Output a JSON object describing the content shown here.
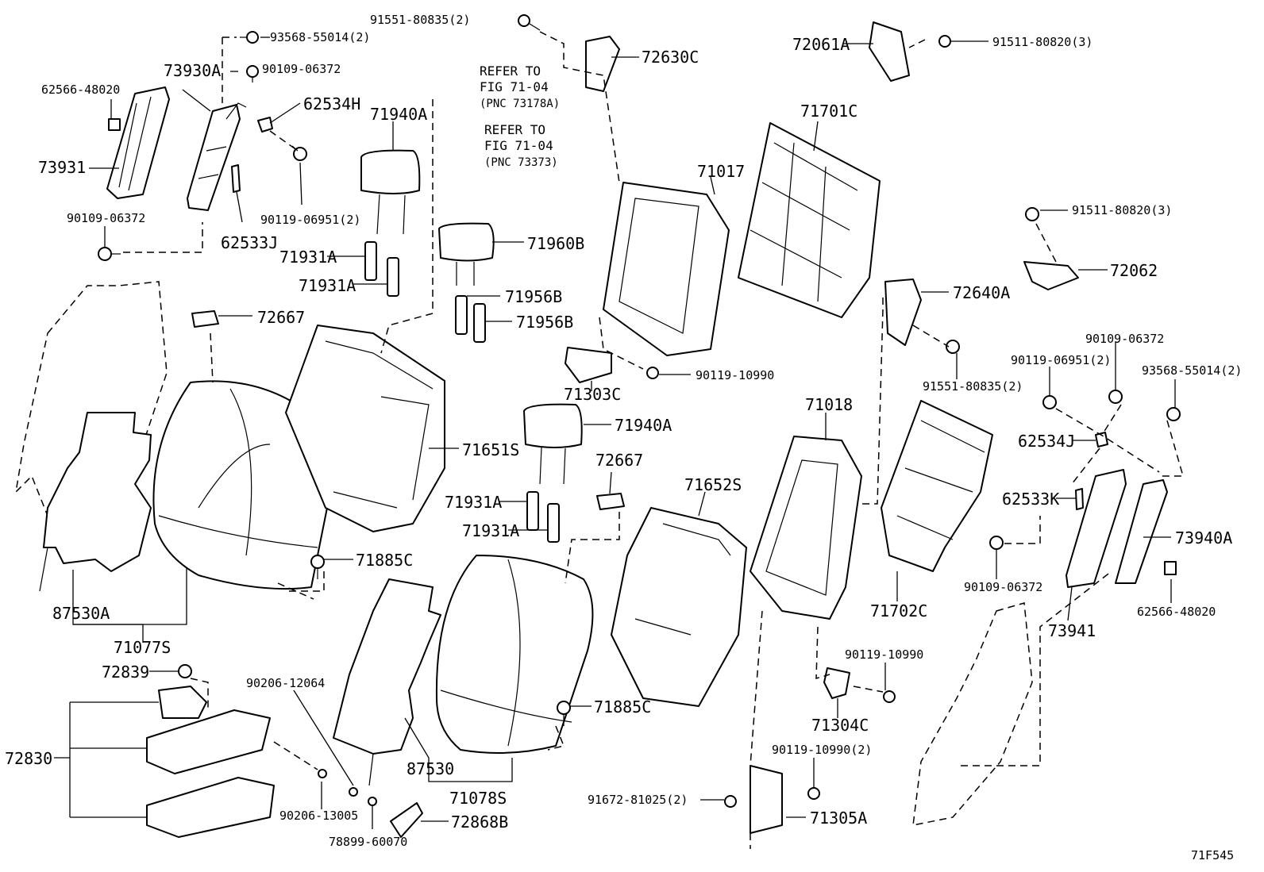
{
  "labels": {
    "p91551_top": "91551-80835(2)",
    "p93568_top": "93568-55014(2)",
    "p73930A": "73930A",
    "p90109_top": "90109-06372",
    "p62566_top": "62566-48020",
    "p62534H": "62534H",
    "p73931": "73931",
    "p90119_06951_left": "90119-06951(2)",
    "p90109_left": "90109-06372",
    "p62533J": "62533J",
    "p71940A_top": "71940A",
    "p71931A_1": "71931A",
    "p71931A_2": "71931A",
    "p71960B": "71960B",
    "p71956B_1": "71956B",
    "p71956B_2": "71956B",
    "p72667_left": "72667",
    "p72630C": "72630C",
    "p71017": "71017",
    "p90119_10990_mid": "90119-10990",
    "p71303C": "71303C",
    "p72061A": "72061A",
    "p91511_top": "91511-80820(3)",
    "p71701C": "71701C",
    "p91511_mid": "91511-80820(3)",
    "p72062": "72062",
    "p72640A": "72640A",
    "p91551_right": "91551-80835(2)",
    "p90109_right_top": "90109-06372",
    "p90119_06951_right": "90119-06951(2)",
    "p93568_right": "93568-55014(2)",
    "p62534J": "62534J",
    "p62533K": "62533K",
    "p73940A": "73940A",
    "p90109_right_bottom": "90109-06372",
    "p62566_right": "62566-48020",
    "p73941": "73941",
    "p71651S": "71651S",
    "p71940A_mid": "71940A",
    "p72667_mid": "72667",
    "p71931A_3": "71931A",
    "p71931A_4": "71931A",
    "p71652S": "71652S",
    "p71018": "71018",
    "p71702C": "71702C",
    "p71885C_1": "71885C",
    "p87530A": "87530A",
    "p71077S": "71077S",
    "p72839": "72839",
    "p72830": "72830",
    "p90206_12064": "90206-12064",
    "p90206_13005": "90206-13005",
    "p78899": "78899-60070",
    "p72868B": "72868B",
    "p87530": "87530",
    "p71078S": "71078S",
    "p71885C_2": "71885C",
    "p90119_10990_right": "90119-10990",
    "p71304C": "71304C",
    "p90119_10990_2": "90119-10990(2)",
    "p91672": "91672-81025(2)",
    "p71305A": "71305A"
  },
  "refs": {
    "ref1_l1": "REFER TO",
    "ref1_l2": "FIG 71-04",
    "ref1_l3": "(PNC 73178A)",
    "ref2_l1": "REFER TO",
    "ref2_l2": "FIG 71-04",
    "ref2_l3": "(PNC 73373)"
  },
  "figure_id": "71F545"
}
